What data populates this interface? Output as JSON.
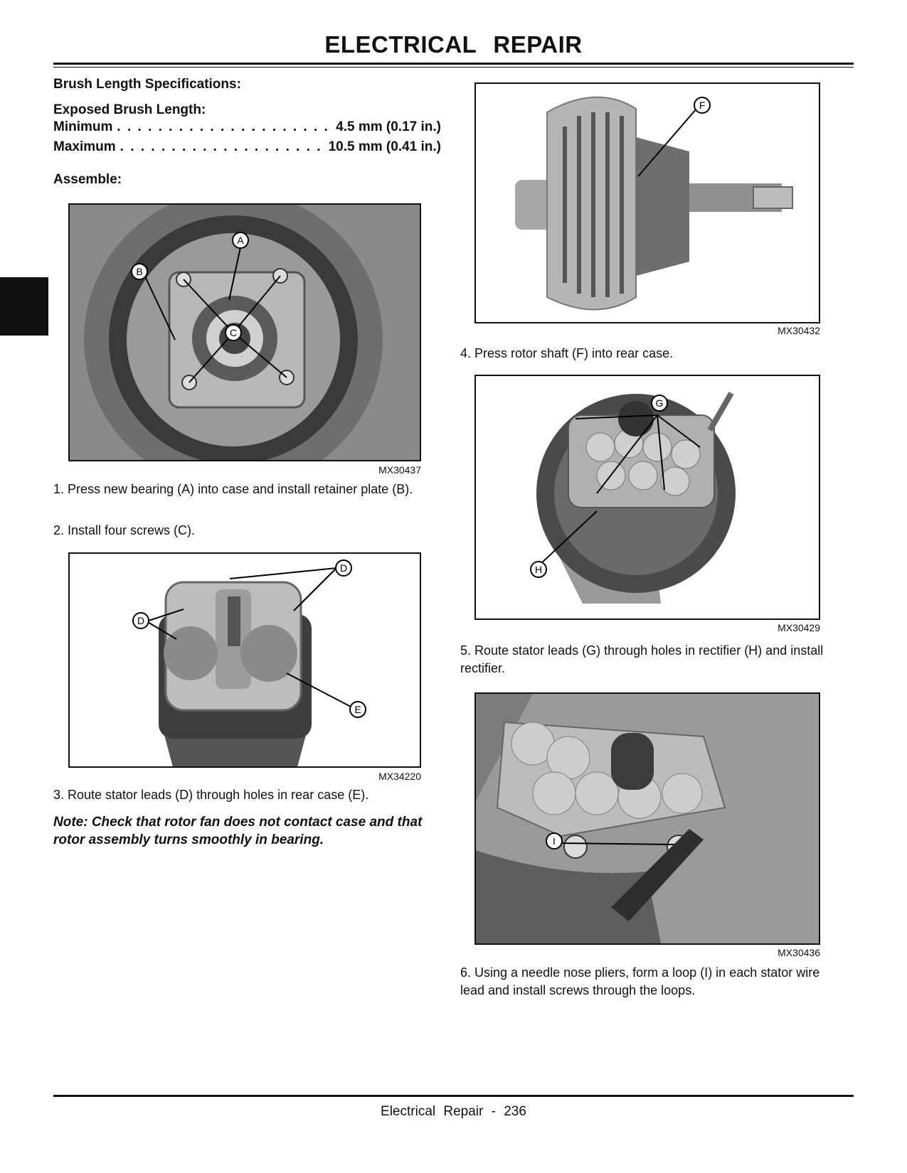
{
  "header": {
    "title": "ELECTRICAL REPAIR"
  },
  "specs": {
    "heading": "Brush Length Specifications:",
    "subheading": "Exposed Brush Length:",
    "rows": [
      {
        "label": "Minimum",
        "value": "4.5 mm (0.17 in.)"
      },
      {
        "label": "Maximum",
        "value": "10.5 mm (0.41 in.)"
      }
    ]
  },
  "assemble_heading": "Assemble:",
  "figures": [
    {
      "id": "MX30437",
      "callouts": [
        "A",
        "B",
        "C"
      ]
    },
    {
      "id": "MX34220",
      "callouts": [
        "D",
        "D",
        "E"
      ]
    },
    {
      "id": "MX30432",
      "callouts": [
        "F"
      ]
    },
    {
      "id": "MX30429",
      "callouts": [
        "G",
        "H"
      ]
    },
    {
      "id": "MX30436",
      "callouts": [
        "I"
      ]
    }
  ],
  "steps": [
    "1.  Press new bearing (A) into case and install retainer plate (B).",
    "2.  Install four screws (C).",
    "3.  Route stator leads (D) through holes in rear case (E).",
    "4.  Press rotor shaft (F) into rear case.",
    "5.  Route stator leads (G) through holes in rectifier (H) and install rectifier.",
    "6.  Using a needle nose pliers, form a loop (I) in each stator wire lead and install screws through the loops."
  ],
  "note": "Note: Check that rotor fan does not contact case and that rotor assembly turns smoothly in bearing.",
  "footer": {
    "text": "Electrical Repair - 236"
  }
}
